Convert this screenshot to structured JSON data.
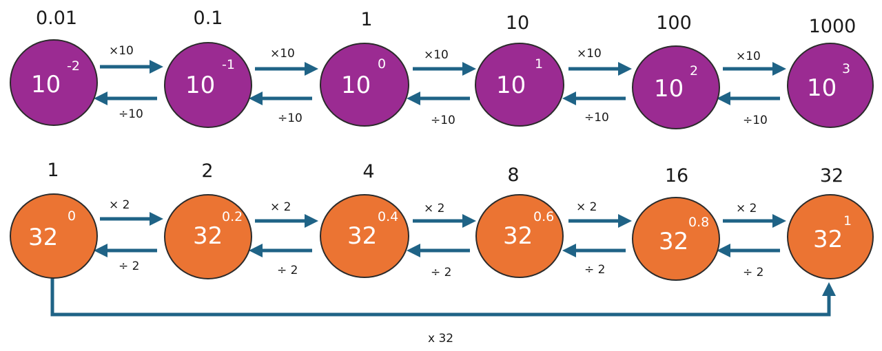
{
  "colors": {
    "purple": "#9b2b92",
    "orange": "#eb7433",
    "arrow": "#1f6386",
    "text_on_circle": "#ffffff"
  },
  "row_powers_of_ten": {
    "nodes": [
      {
        "value": "0.01",
        "base": "10",
        "exponent": "-2"
      },
      {
        "value": "0.1",
        "base": "10",
        "exponent": "-1"
      },
      {
        "value": "1",
        "base": "10",
        "exponent": "0"
      },
      {
        "value": "10",
        "base": "10",
        "exponent": "1"
      },
      {
        "value": "100",
        "base": "10",
        "exponent": "2"
      },
      {
        "value": "1000",
        "base": "10",
        "exponent": "3"
      }
    ],
    "forward_op": "×10",
    "backward_op": "÷10"
  },
  "row_powers_of_32": {
    "nodes": [
      {
        "value": "1",
        "base": "32",
        "exponent": "0"
      },
      {
        "value": "2",
        "base": "32",
        "exponent": "0.2"
      },
      {
        "value": "4",
        "base": "32",
        "exponent": "0.4"
      },
      {
        "value": "8",
        "base": "32",
        "exponent": "0.6"
      },
      {
        "value": "16",
        "base": "32",
        "exponent": "0.8"
      },
      {
        "value": "32",
        "base": "32",
        "exponent": "1"
      }
    ],
    "forward_op": "× 2",
    "backward_op": "÷ 2",
    "loop_op": "x 32"
  }
}
